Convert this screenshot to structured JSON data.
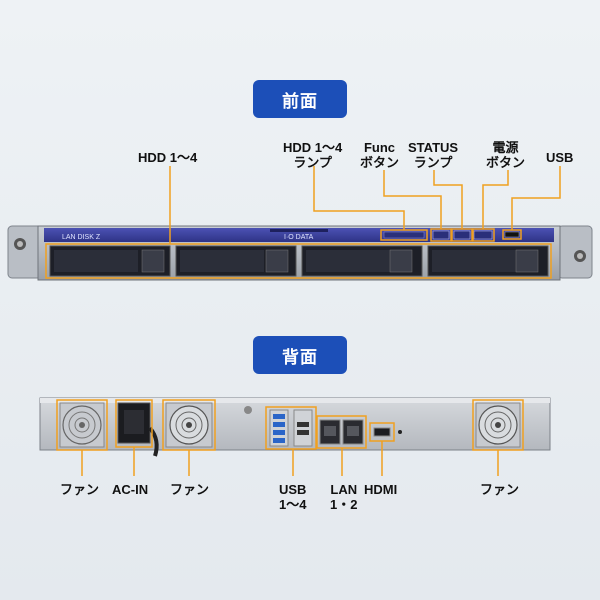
{
  "sections": {
    "front_title": "前面",
    "back_title": "背面"
  },
  "front_panel": {
    "model_text": "LAN DISK Z",
    "brand_text": "I·O DATA",
    "labels": {
      "hdd_bays": "HDD 1～4",
      "hdd_lamp_line1": "HDD 1～4",
      "hdd_lamp_line2": "ランプ",
      "func_line1": "Func",
      "func_line2": "ボタン",
      "status_line1": "STATUS",
      "status_line2": "ランプ",
      "power_line1": "電源",
      "power_line2": "ボタン",
      "usb": "USB"
    }
  },
  "back_panel": {
    "labels": {
      "fan_left": "ファン",
      "ac_in": "AC-IN",
      "fan_psu": "ファン",
      "usb_line1": "USB",
      "usb_line2": "1～4",
      "lan_line1": "LAN",
      "lan_line2": "1・2",
      "hdmi": "HDMI",
      "fan_right": "ファン"
    }
  },
  "colors": {
    "section_pill": "#1c4fb8",
    "callout": "#f0a020",
    "bezel_blue": "#3a3f9a"
  }
}
